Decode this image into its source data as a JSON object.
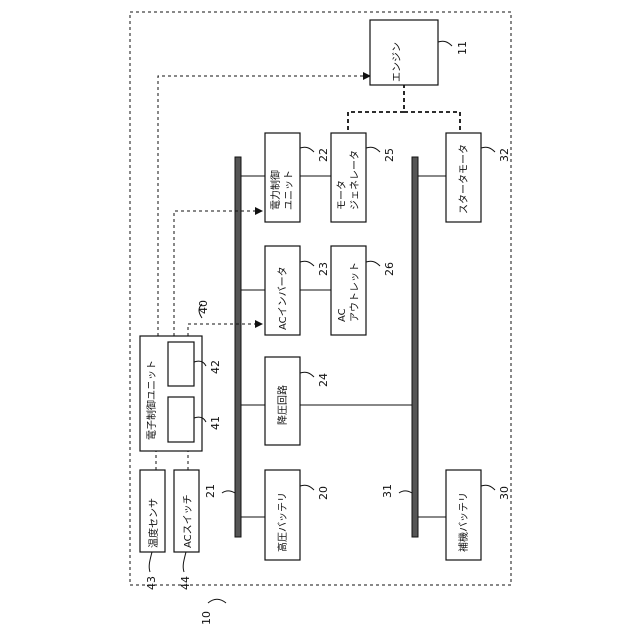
{
  "system": {
    "ref": "10"
  },
  "components": {
    "engine": {
      "label": "エンジン",
      "ref": "11"
    },
    "power_control_unit": {
      "label": "電力制御\nユニット",
      "ref": "22"
    },
    "motor_generator": {
      "label": "モータ\nジェネレータ",
      "ref": "25"
    },
    "starter_motor": {
      "label": "スタータモータ",
      "ref": "32"
    },
    "ac_inverter": {
      "label": "ACインバータ",
      "ref": "23"
    },
    "ac_outlet": {
      "label": "AC\nアウトレット",
      "ref": "26"
    },
    "step_down_circuit": {
      "label": "降圧回路",
      "ref": "24"
    },
    "high_voltage_battery": {
      "label": "高圧バッテリ",
      "ref": "20"
    },
    "auxiliary_battery": {
      "label": "補機バッテリ",
      "ref": "30"
    },
    "electronic_control_unit": {
      "label": "電子制御ユニット",
      "ref": "40"
    },
    "ecu_sub_1": {
      "ref": "41"
    },
    "ecu_sub_2": {
      "ref": "42"
    },
    "temperature_sensor": {
      "label": "温度センサ",
      "ref": "43"
    },
    "ac_switch": {
      "label": "ACスイッチ",
      "ref": "44"
    },
    "high_voltage_bus": {
      "ref": "21"
    },
    "low_voltage_bus": {
      "ref": "31"
    }
  }
}
